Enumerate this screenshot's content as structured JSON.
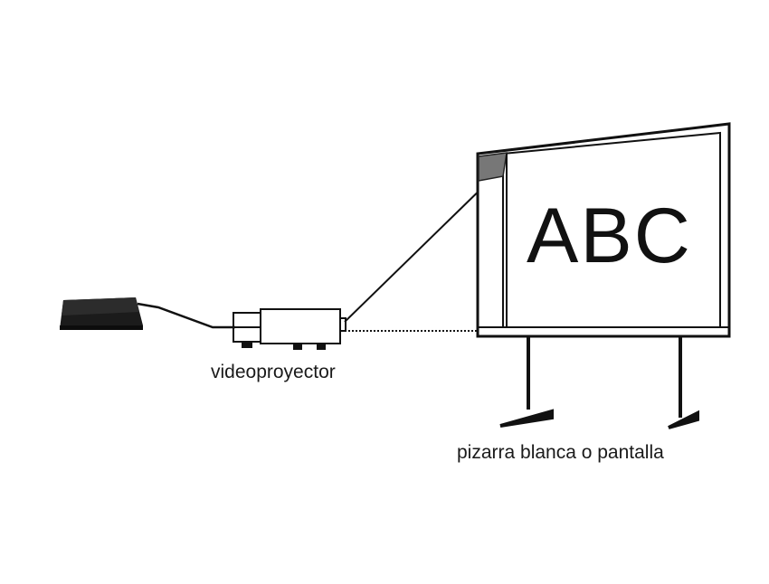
{
  "labels": {
    "projector": "videoproyector",
    "screen": "pizarra blanca o pantalla",
    "board_text": "ABC"
  },
  "icons": {
    "media_device": "media-player-icon",
    "projector": "projector-icon",
    "whiteboard": "whiteboard-icon"
  },
  "colors": {
    "line": "#111111",
    "device_body": "#1b1b1b",
    "background": "#ffffff"
  }
}
